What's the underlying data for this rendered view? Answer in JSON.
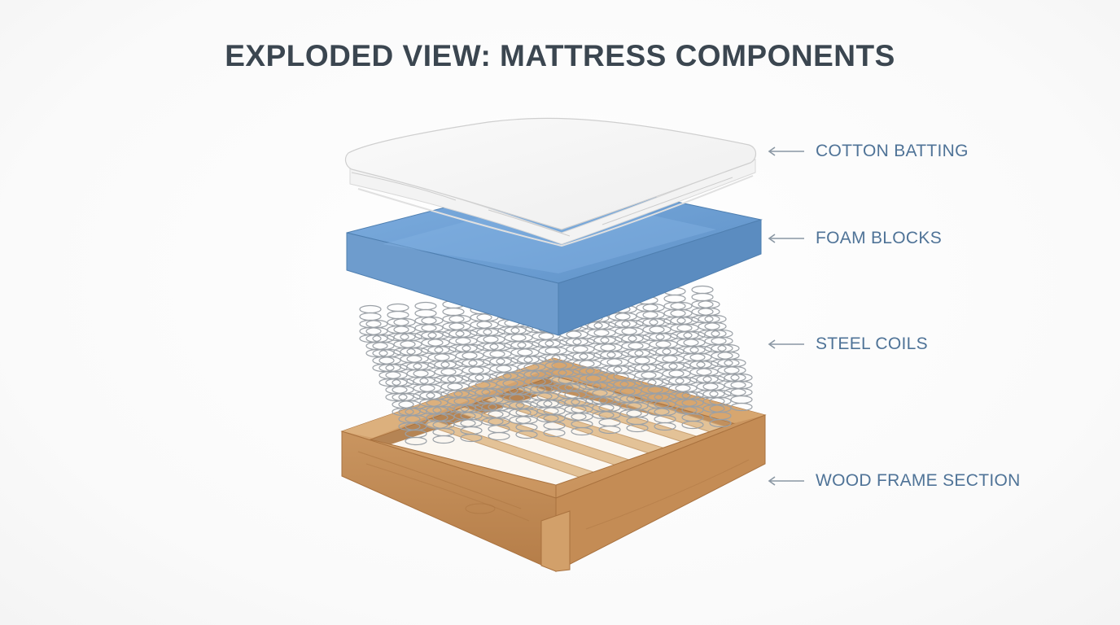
{
  "title": "EXPLODED VIEW: MATTRESS COMPONENTS",
  "components": [
    {
      "label": "COTTON BATTING",
      "icon": "arrow-left-icon"
    },
    {
      "label": "FOAM BLOCKS",
      "icon": "arrow-left-icon"
    },
    {
      "label": "STEEL COILS",
      "icon": "arrow-left-icon"
    },
    {
      "label": "WOOD FRAME SECTION",
      "icon": "arrow-left-icon"
    }
  ],
  "colors": {
    "title": "#3b4650",
    "label": "#4f7397",
    "arrow": "#8a97a3",
    "foam": "#6f9fd0",
    "batting": "#f4f4f4",
    "coil": "#9aa0a6",
    "wood": "#c9955f"
  }
}
